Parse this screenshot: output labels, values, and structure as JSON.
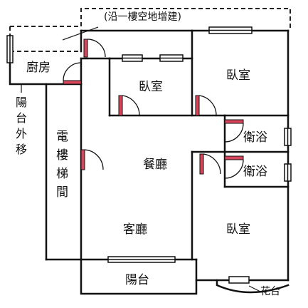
{
  "plan": {
    "annex_label": "(沿一樓空地增建)",
    "rooms": {
      "kitchen": "廚房",
      "bedroom_middle": "臥室",
      "bedroom_top_right": "臥室",
      "bath_upper": "衛浴",
      "bath_lower": "衛浴",
      "dining": "餐廳",
      "living": "客廳",
      "bedroom_bottom_right": "臥室",
      "balcony": "陽台",
      "flower_bay": "花台"
    },
    "vertical_labels": {
      "balcony_moved": [
        "陽",
        "台",
        "外",
        "移"
      ],
      "elevator_stair": [
        "電",
        "樓",
        "梯",
        "間"
      ]
    }
  }
}
